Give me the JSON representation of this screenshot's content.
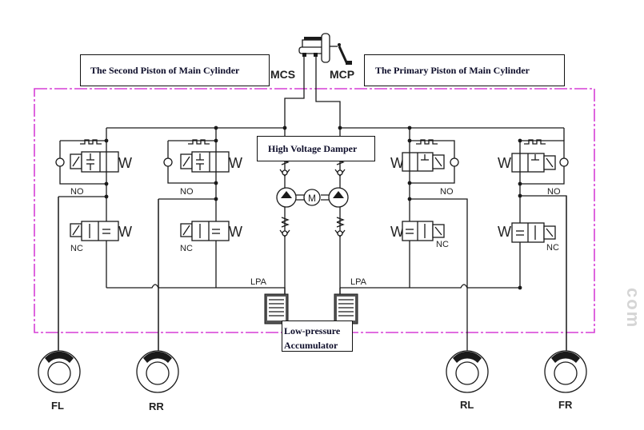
{
  "diagram": {
    "title": "ABS Hydraulic Control Unit Schematic",
    "callouts": {
      "second_piston": "The Second Piston of Main Cylinder",
      "primary_piston": "The Primary Piston of Main Cylinder",
      "damper": "High Voltage Damper",
      "accumulator_line1": "Low-pressure",
      "accumulator_line2": "Accumulator"
    },
    "labels": {
      "mcs": "MCS",
      "mcp": "MCP",
      "lpa_left": "LPA",
      "lpa_right": "LPA",
      "motor": "M",
      "inlet_valve": "NO",
      "outlet_valve": "NC",
      "spring": "W"
    },
    "wheels": [
      {
        "id": "FL",
        "label": "FL"
      },
      {
        "id": "RR",
        "label": "RR"
      },
      {
        "id": "RL",
        "label": "RL"
      },
      {
        "id": "FR",
        "label": "FR"
      }
    ],
    "colors": {
      "boundary": "#d63fd6",
      "line": "#1a1a1a"
    },
    "watermark": "com"
  }
}
